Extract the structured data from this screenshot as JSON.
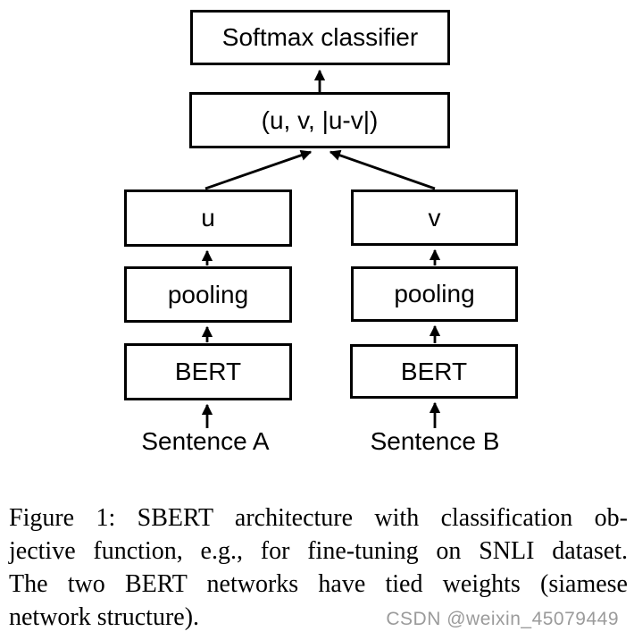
{
  "diagram": {
    "boxes": [
      {
        "id": "softmax",
        "label": "Softmax classifier"
      },
      {
        "id": "concat",
        "label": "(u, v, |u-v|)"
      },
      {
        "id": "u",
        "label": "u"
      },
      {
        "id": "v",
        "label": "v"
      },
      {
        "id": "pooling_a",
        "label": "pooling"
      },
      {
        "id": "pooling_b",
        "label": "pooling"
      },
      {
        "id": "bert_a",
        "label": "BERT"
      },
      {
        "id": "bert_b",
        "label": "BERT"
      }
    ],
    "inputs": {
      "sentence_a": "Sentence A",
      "sentence_b": "Sentence B"
    }
  },
  "caption": {
    "lines": [
      "Figure 1: SBERT architecture with classification ob-",
      "jective function, e.g., for fine-tuning on SNLI dataset.",
      "The two BERT networks have tied weights (siamese",
      "network structure)."
    ]
  },
  "watermark": {
    "text": "CSDN @weixin_45079449"
  },
  "colors": {
    "ink": "#000000",
    "background": "#ffffff",
    "watermark": "#9b9b9b"
  }
}
